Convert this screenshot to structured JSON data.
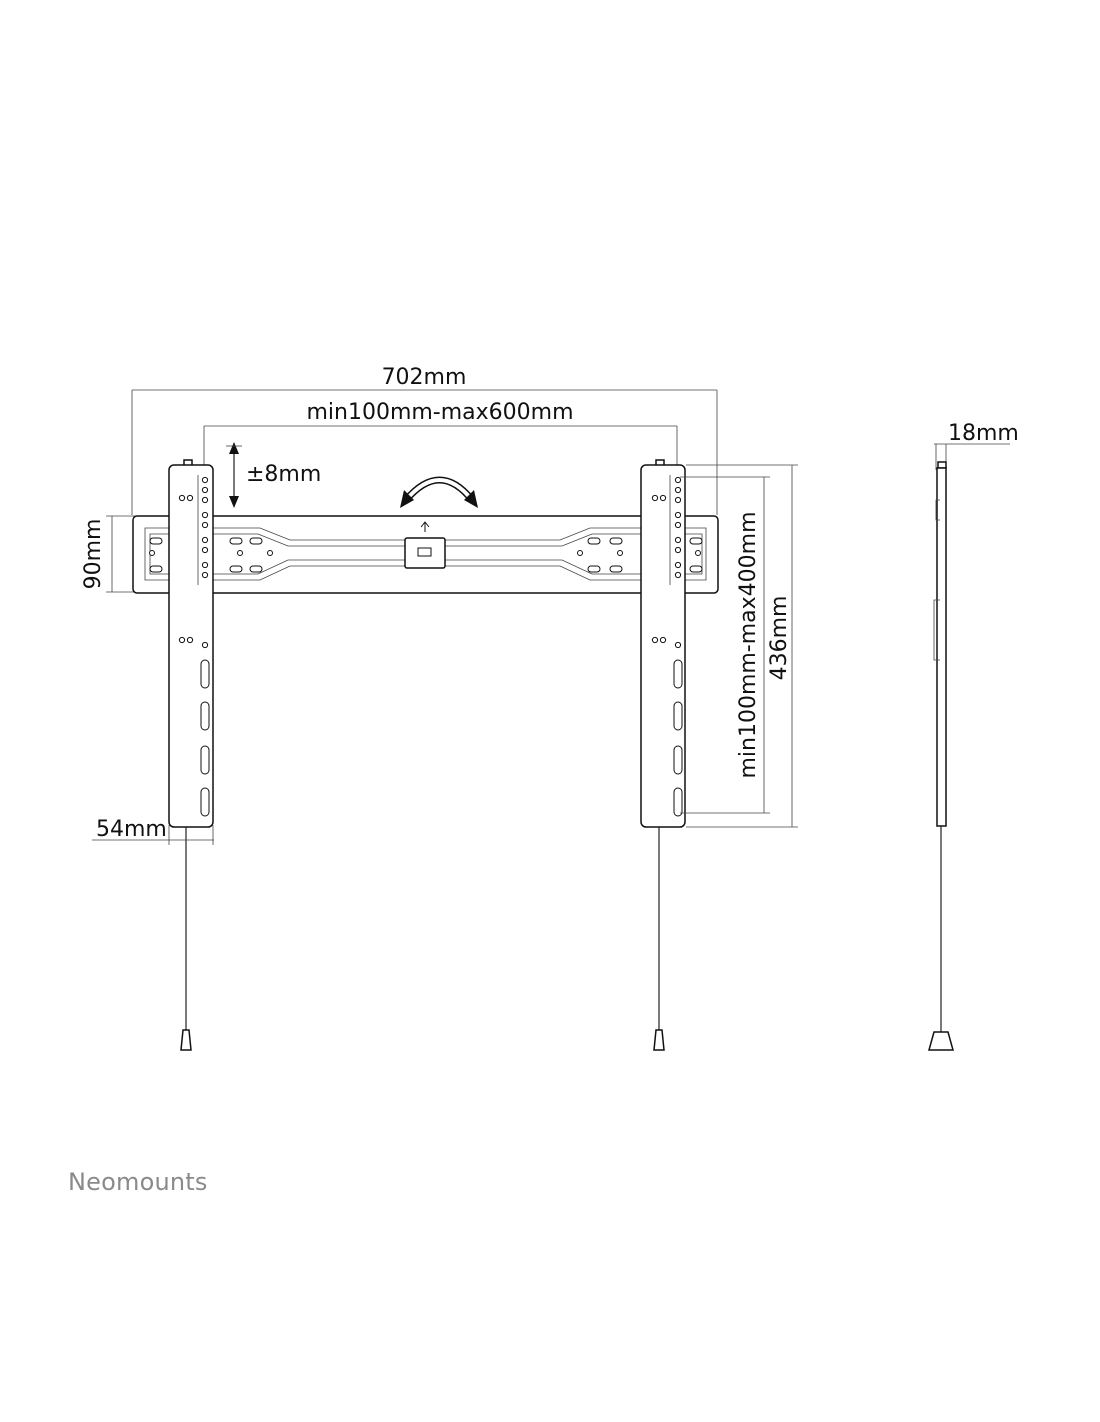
{
  "diagram": {
    "labels": {
      "width_total": "702mm",
      "hole_spacing_horizontal": "min100mm-max600mm",
      "height_adjust": "±8mm",
      "rail_height": "90mm",
      "hole_spacing_vertical": "min100mm-max400mm",
      "bracket_height": "436mm",
      "bracket_width": "54mm",
      "depth": "18mm"
    }
  },
  "brand": {
    "name": "Neomounts"
  },
  "colors": {
    "line": "#111111",
    "brand_text": "#8a8a8a"
  }
}
